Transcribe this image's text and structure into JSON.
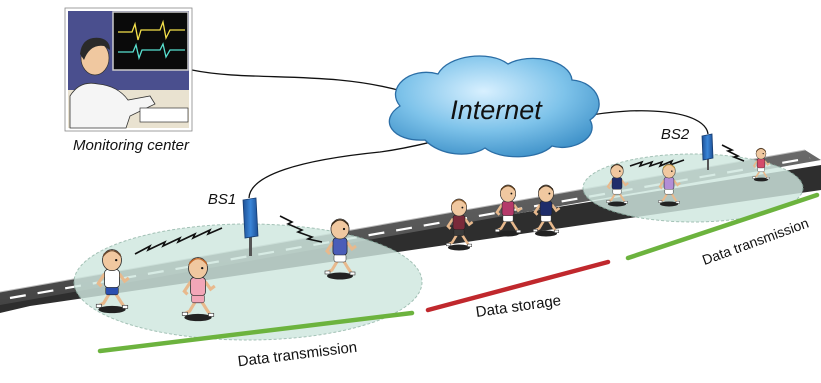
{
  "labels": {
    "internet": "Internet",
    "monitoring_center": "Monitoring center",
    "bs1": "BS1",
    "bs2": "BS2",
    "segment_left": "Data transmission",
    "segment_middle": "Data storage",
    "segment_right": "Data transmission"
  },
  "colors": {
    "road": "#555555",
    "road_edge": "#3a3a3a",
    "coverage_zone": "#cfe7df",
    "cloud": "#7ec3ea",
    "transmission_bar": "#6cb33e",
    "storage_bar": "#c0282d",
    "base_station": "#2466b3"
  },
  "icons": [
    "doctor-monitor-icon",
    "cloud-icon",
    "base-station-icon",
    "runner-icon",
    "wireless-signal-icon"
  ]
}
